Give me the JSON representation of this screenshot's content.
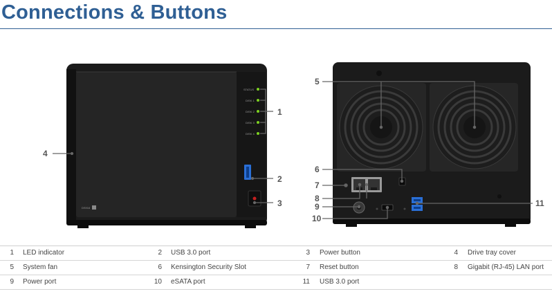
{
  "page": {
    "title": "Connections & Buttons"
  },
  "front_unit": {
    "model_label": "DS916",
    "led_labels": [
      "STATUS",
      "DISK 1",
      "DISK 2",
      "DISK 3",
      "DISK 4"
    ],
    "callouts": [
      "4",
      "1",
      "2",
      "3"
    ]
  },
  "back_unit": {
    "callouts": [
      "5",
      "6",
      "7",
      "8",
      "9",
      "10",
      "11"
    ]
  },
  "legend": {
    "rows": [
      [
        {
          "num": "1",
          "text": "LED indicator"
        },
        {
          "num": "2",
          "text": "USB 3.0 port"
        },
        {
          "num": "3",
          "text": "Power button"
        },
        {
          "num": "4",
          "text": "Drive tray cover"
        }
      ],
      [
        {
          "num": "5",
          "text": "System fan"
        },
        {
          "num": "6",
          "text": "Kensington Security Slot"
        },
        {
          "num": "7",
          "text": "Reset button"
        },
        {
          "num": "8",
          "text": "Gigabit (RJ-45) LAN port"
        }
      ],
      [
        {
          "num": "9",
          "text": "Power port"
        },
        {
          "num": "10",
          "text": "eSATA port"
        },
        {
          "num": "11",
          "text": "USB 3.0 port"
        }
      ]
    ]
  },
  "colors": {
    "title": "#2f5f94",
    "led": "#7ed321",
    "usb": "#2a6fd6",
    "device": "#1b1b1b"
  }
}
